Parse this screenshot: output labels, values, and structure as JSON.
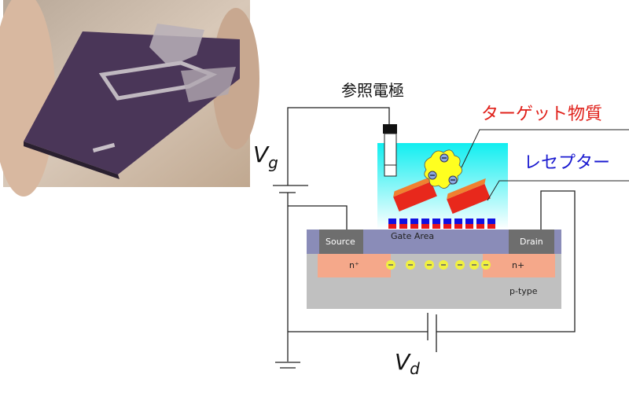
{
  "labels": {
    "reference_electrode": "参照電極",
    "target": "ターゲット物質",
    "receptor": "レセプター",
    "vg_main": "V",
    "vg_sub": "g",
    "vd_main": "V",
    "vd_sub": "d",
    "source": "Source",
    "gate_area": "Gate Area",
    "drain": "Drain",
    "n_plus_left": "n⁺",
    "n_plus_right": "n+",
    "p_type": "p-type",
    "electron": "−"
  },
  "colors": {
    "target_label": "#e0201a",
    "receptor_label": "#1a1ad0",
    "gate_layer": "#8a8cb8",
    "electrode_box": "#6e6e6e",
    "substrate": "#c0c0c0",
    "n_region": "#f5a88a",
    "electron": "#f0f040"
  }
}
